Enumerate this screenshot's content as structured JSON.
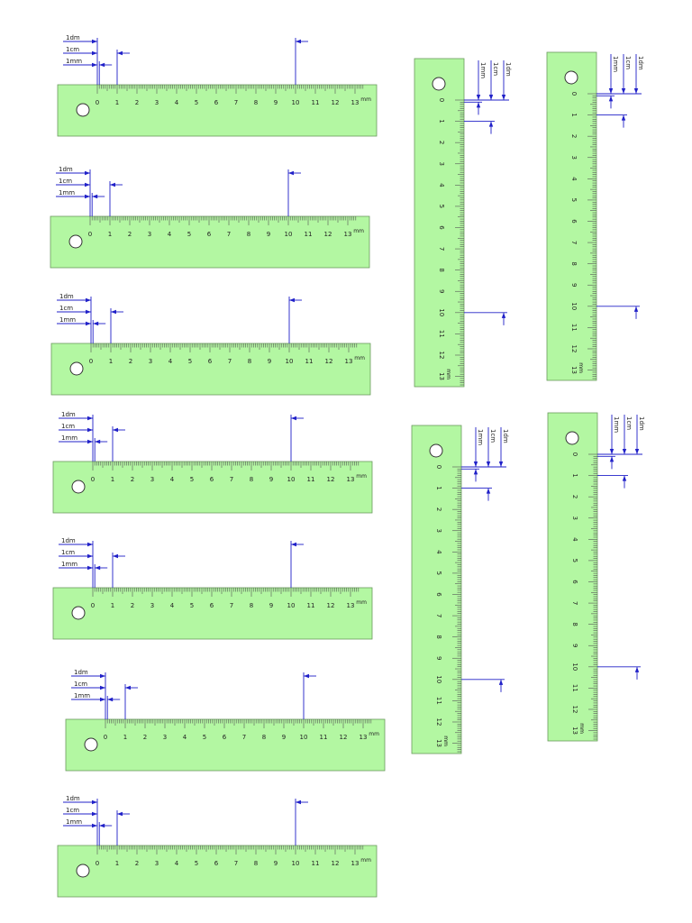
{
  "labels": {
    "decimeter": "1dm",
    "centimeter": "1cm",
    "millimeter": "1mm",
    "unit": "mm"
  },
  "scale": {
    "major_ticks": [
      "0",
      "1",
      "2",
      "3",
      "4",
      "5",
      "6",
      "7",
      "8",
      "9",
      "10",
      "11",
      "12",
      "13"
    ]
  },
  "colors": {
    "ruler_fill": "#b3f7a2",
    "dimension_line": "#2020c8"
  }
}
